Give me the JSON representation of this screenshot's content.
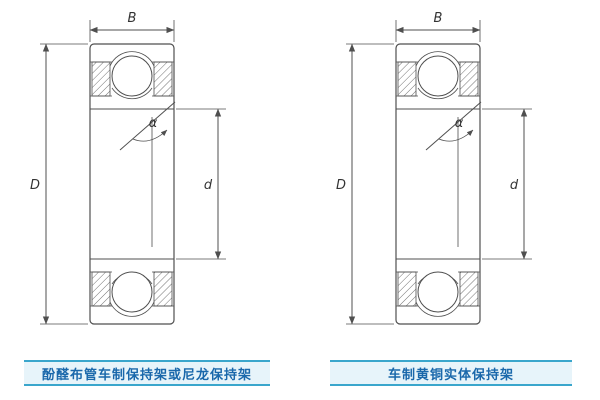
{
  "colors": {
    "background": "#ffffff",
    "line": "#4f4f4f",
    "caption_text": "#1a68ab",
    "caption_rule": "#3aa6cc",
    "caption_bg": "#e7f4fa"
  },
  "diagrams": [
    {
      "caption": "酚醛布管车制保持架或尼龙保持架",
      "labels": {
        "width": "B",
        "outer_diameter": "D",
        "bore_diameter": "d",
        "contact_angle": "α"
      }
    },
    {
      "caption": "车制黄铜实体保持架",
      "labels": {
        "width": "B",
        "outer_diameter": "D",
        "bore_diameter": "d",
        "contact_angle": "α"
      }
    }
  ]
}
